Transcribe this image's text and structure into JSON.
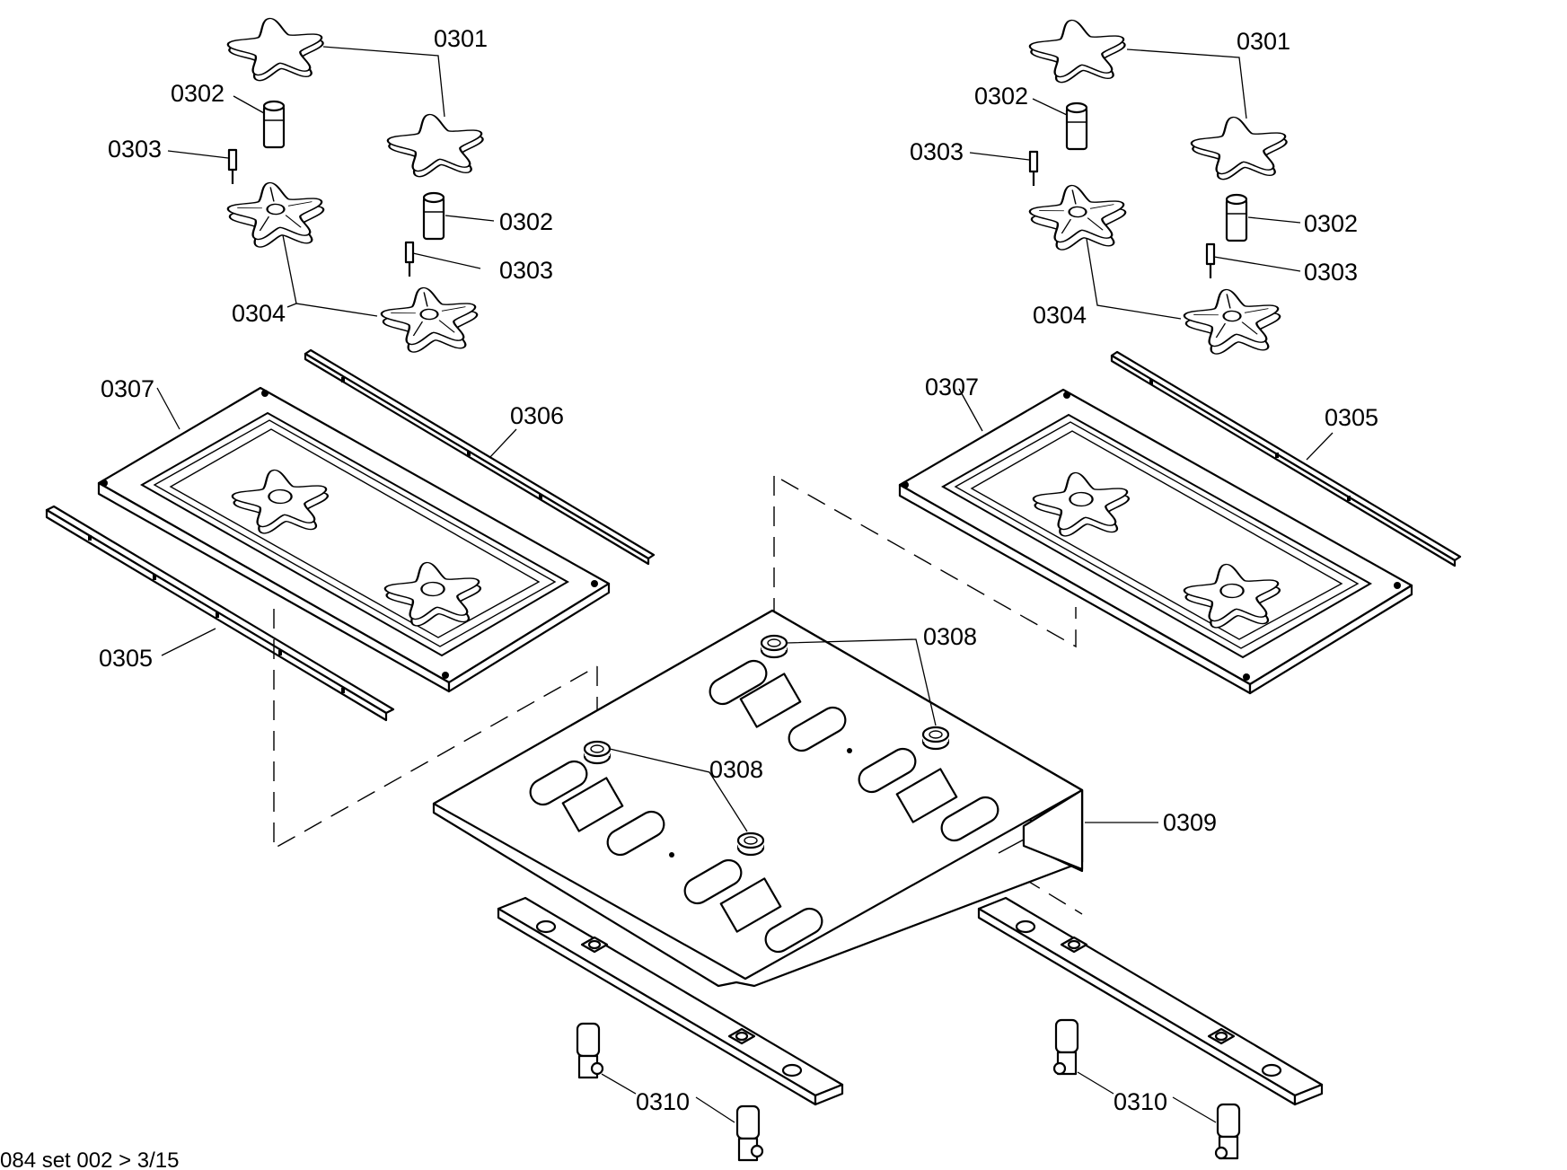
{
  "callouts": {
    "cap_left": "0301",
    "insert_left_a": "0302",
    "electrode_left_a": "0303",
    "insert_left_b": "0302",
    "electrode_left_b": "0303",
    "burner_left": "0304",
    "tray_left": "0307",
    "strip_left_back": "0306",
    "strip_left_front": "0305",
    "cap_right": "0301",
    "insert_right_a": "0302",
    "electrode_right_a": "0303",
    "insert_right_b": "0302",
    "electrode_right_b": "0303",
    "burner_right": "0304",
    "tray_right": "0307",
    "strip_right": "0305",
    "grommet_top": "0308",
    "grommet_bottom": "0308",
    "base_plate": "0309",
    "nozzle_left": "0310",
    "nozzle_right": "0310"
  },
  "footer": "084 set 002 > 3/15"
}
